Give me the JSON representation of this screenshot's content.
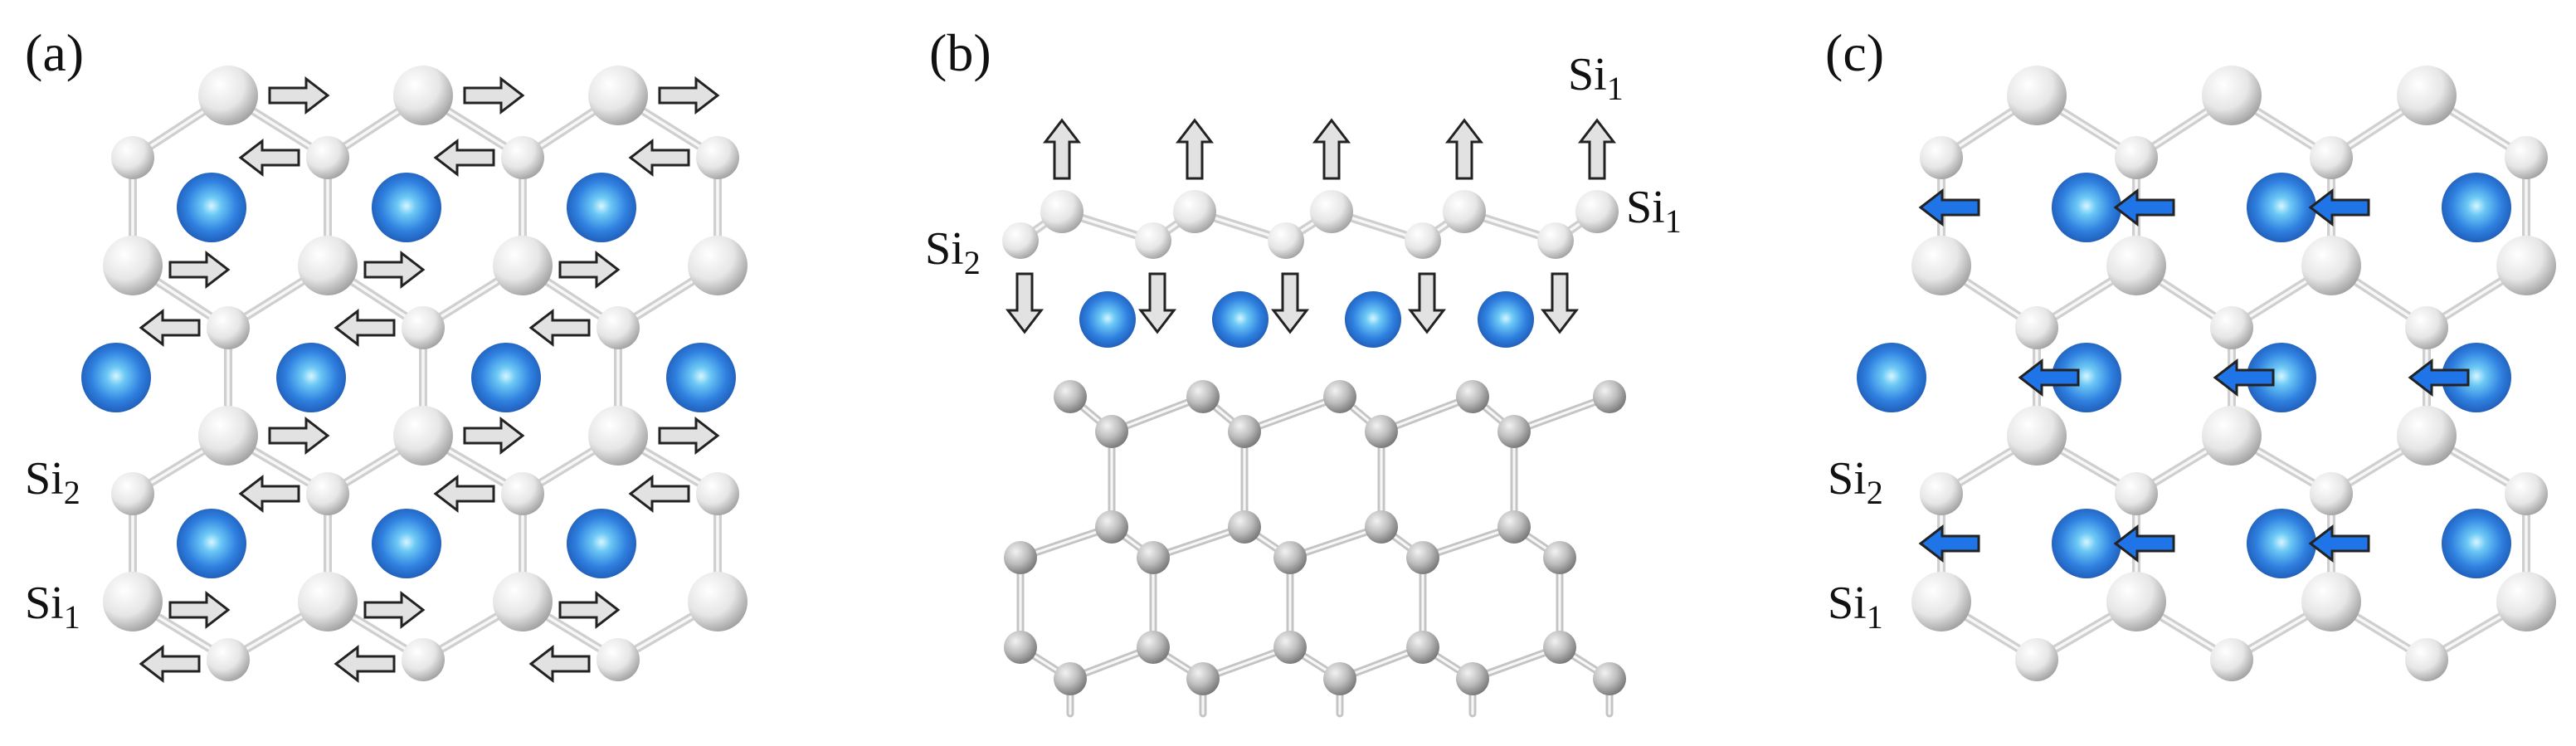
{
  "figure": {
    "panels": [
      {
        "label": "(a)",
        "atom_labels": [
          {
            "text": "Si",
            "sub": "2"
          },
          {
            "text": "Si",
            "sub": "1"
          }
        ]
      },
      {
        "label": "(b)",
        "atom_labels": [
          {
            "text": "Si",
            "sub": "2"
          },
          {
            "text": "Si",
            "sub": "1"
          },
          {
            "text": "Si",
            "sub": "1"
          }
        ]
      },
      {
        "label": "(c)",
        "atom_labels": [
          {
            "text": "Si",
            "sub": "2"
          },
          {
            "text": "Si",
            "sub": "1"
          }
        ]
      }
    ]
  },
  "colors": {
    "silicon": "#e9e9e9",
    "silicon_edge": "#9a9a9a",
    "substrate": "#bdbdbd",
    "metal": "#2f80e0",
    "bond": "#cfcfcf",
    "arrow_fill": "#e2e2e2",
    "arrow_stroke": "#222222",
    "arrow_blue": "#1f74e8"
  }
}
